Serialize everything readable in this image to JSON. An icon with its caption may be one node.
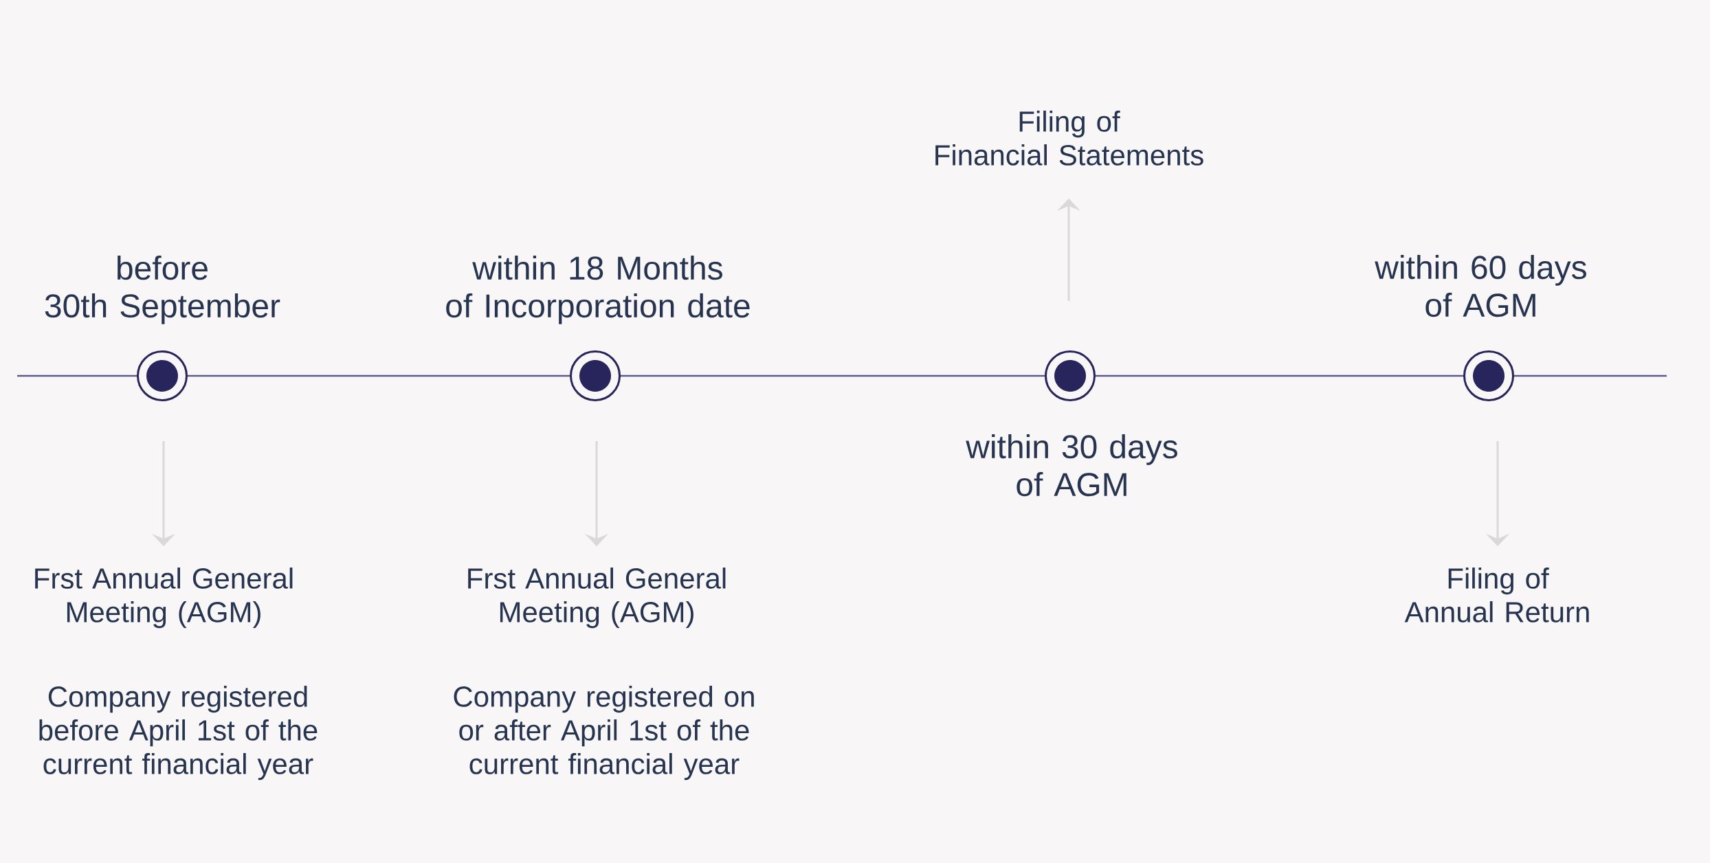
{
  "diagram": {
    "nodes": [
      {
        "text": [
          "Filing of Financial Statements"
        ]
      },
      {
        "text": [],
        "shape": "circle",
        "beside": [
          "before 30th September"
        ]
      },
      {
        "text": [],
        "shape": "circle",
        "beside": [
          "within 18 Months of Incorporation date"
        ]
      },
      {
        "text": [],
        "shape": "circle",
        "beside": [
          "within 30 days of AGM"
        ]
      },
      {
        "text": [],
        "shape": "circle",
        "beside": [
          "within 60 days of AGM"
        ]
      },
      {
        "text": [
          "Frst Annual General Meeting (AGM)"
        ],
        "beside": [
          "Company registered before April 1st of the current financial year"
        ]
      },
      {
        "text": [
          "Frst Annual General Meeting (AGM)"
        ],
        "beside": [
          "Company registered on or after April 1st of the current financial year"
        ]
      },
      {
        "text": [
          "Filing of Annual Return"
        ]
      }
    ],
    "edges": [
      {
        "from": 1,
        "to": 5,
        "arrow": "to"
      },
      {
        "from": 2,
        "to": 6,
        "arrow": "to"
      },
      {
        "from": 3,
        "to": 0,
        "arrow": "to"
      },
      {
        "from": 4,
        "to": 7,
        "arrow": "to"
      }
    ]
  }
}
